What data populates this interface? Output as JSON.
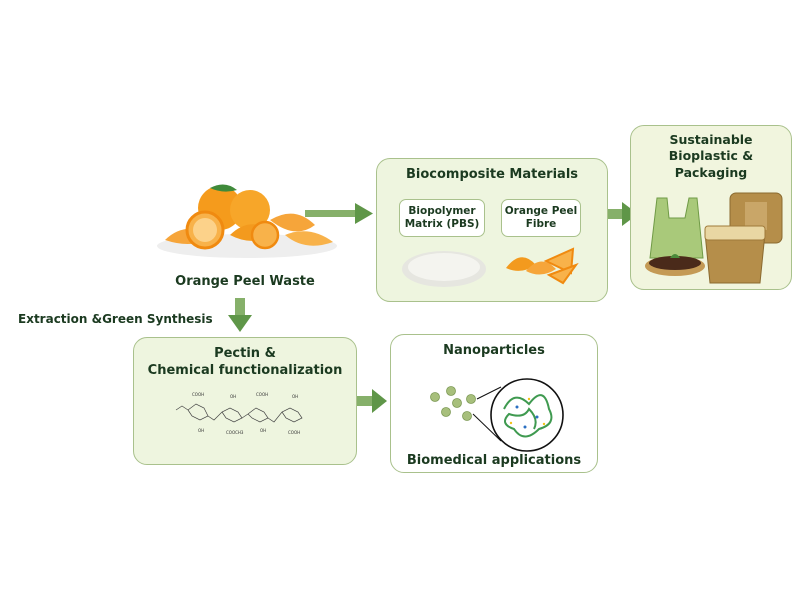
{
  "source": {
    "label": "Orange Peel Waste"
  },
  "process_label": "Extraction &Green Synthesis",
  "biocomposite": {
    "title": "Biocomposite Materials",
    "components": [
      {
        "label_line1": "Biopolymer",
        "label_line2": "Matrix (PBS)"
      },
      {
        "label_line1": "Orange Peel",
        "label_line2": "Fibre"
      }
    ]
  },
  "packaging": {
    "title_line1": "Sustainable",
    "title_line2": "Bioplastic &",
    "title_line3": "Packaging"
  },
  "pectin": {
    "title_line1": "Pectin &",
    "title_line2": "Chemical functionalization",
    "structure_labels": {
      "cooh": "COOH",
      "oh": "OH",
      "cooch3": "COOCH3"
    }
  },
  "nanoparticles": {
    "title": "Nanoparticles",
    "caption": "Biomedical applications"
  },
  "colors": {
    "box_fill": "#eef5df",
    "box_border": "#a9c18c",
    "arrow": "#6a9e4f",
    "text": "#1b3a20",
    "orange": "#f39a1e"
  }
}
